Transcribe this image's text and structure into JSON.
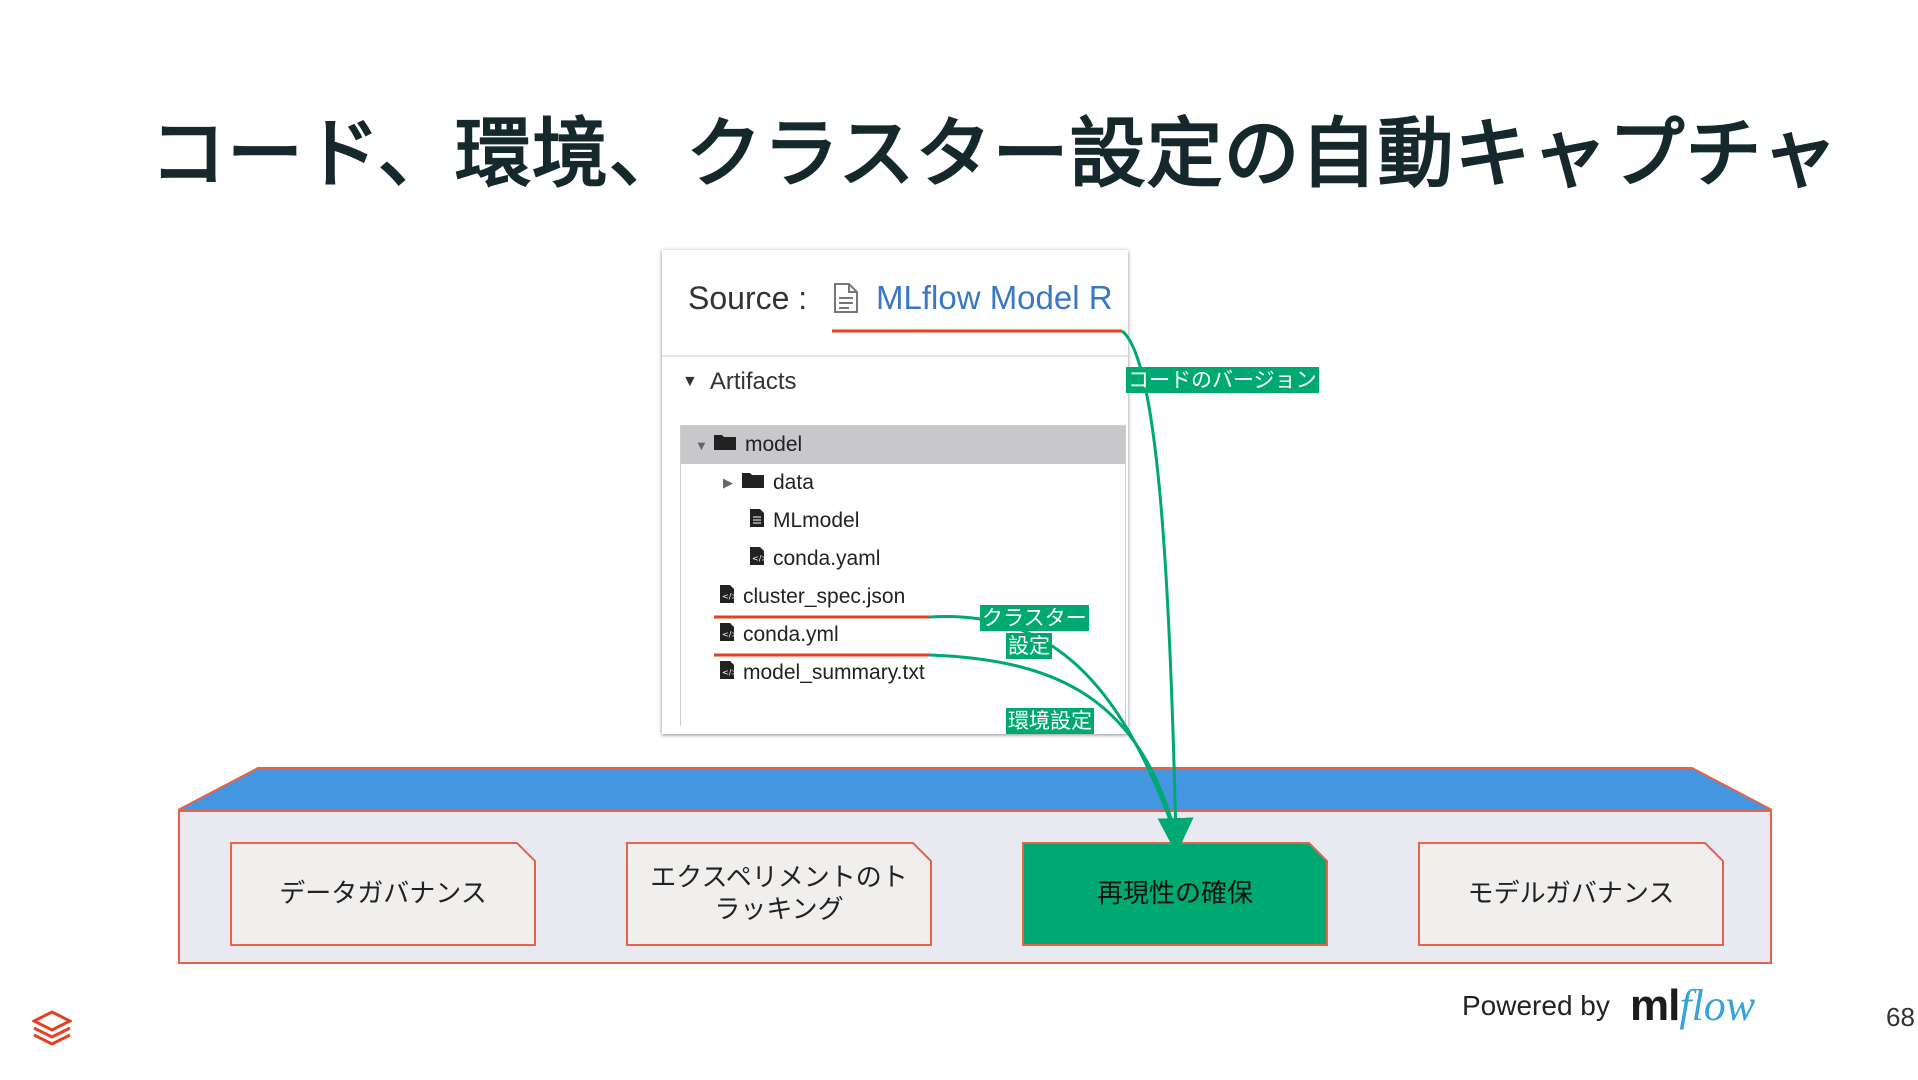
{
  "slide": {
    "title": "コード、環境、クラスター設定の自動キャプチャ",
    "page_number": "68",
    "powered_by": "Powered by",
    "logo_ml": "ml",
    "logo_flow": "flow"
  },
  "panel": {
    "source_label": "Source :",
    "source_link": "MLflow Model R",
    "artifacts_label": "Artifacts",
    "tree": [
      {
        "label": "model",
        "type": "folder",
        "expanded": true,
        "selected": true
      },
      {
        "label": "data",
        "type": "folder",
        "expanded": false
      },
      {
        "label": "MLmodel",
        "type": "file"
      },
      {
        "label": "conda.yaml",
        "type": "code-file"
      },
      {
        "label": "cluster_spec.json",
        "type": "code-file"
      },
      {
        "label": "conda.yml",
        "type": "code-file"
      },
      {
        "label": "model_summary.txt",
        "type": "code-file"
      }
    ]
  },
  "annotations": {
    "code_version": "コードのバージョン",
    "cluster_line1": "クラスター",
    "cluster_line2": "設定",
    "environment": "環境設定"
  },
  "cards": [
    {
      "line1": "データガバナンス",
      "line2": "",
      "active": false
    },
    {
      "line1": "エクスペリメントのト",
      "line2": "ラッキング",
      "active": false
    },
    {
      "line1": "再現性の確保",
      "line2": "",
      "active": true
    },
    {
      "line1": "モデルガバナンス",
      "line2": "",
      "active": false
    }
  ],
  "colors": {
    "accent_green": "#00a972",
    "platform_blue": "#4596e0",
    "outline_red": "#e8624a",
    "link_blue": "#3a78c3"
  }
}
